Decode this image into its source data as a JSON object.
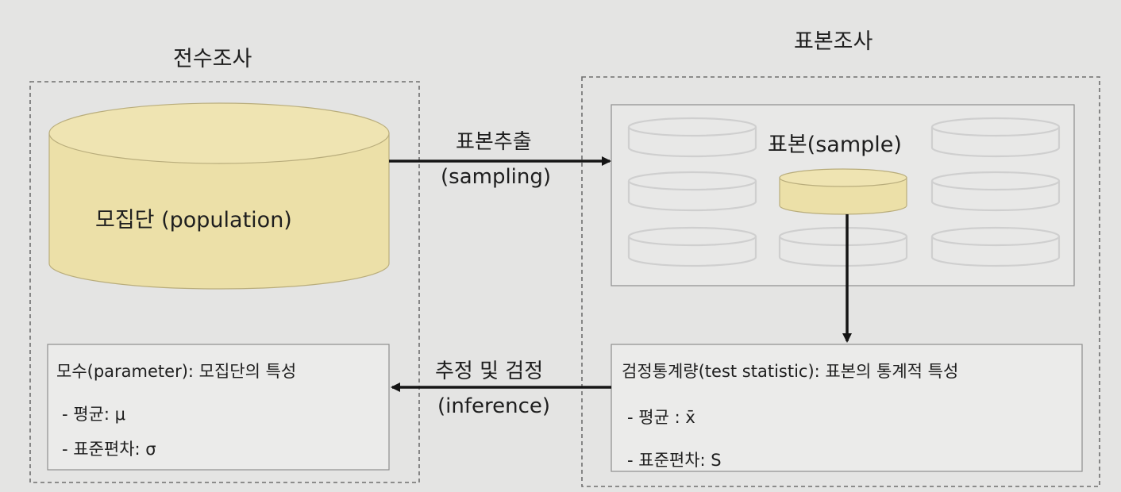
{
  "diagram": {
    "left_section": {
      "title": "전수조사",
      "population_label": "모집단 (population)",
      "parameter_box": {
        "heading": "모수(parameter): 모집단의 특성",
        "items": [
          "- 평균: μ",
          "- 표준편차: σ"
        ]
      }
    },
    "right_section": {
      "title": "표본조사",
      "sample_label": "표본(sample)",
      "statistic_box": {
        "heading": "검정통계량(test statistic): 표본의 통계적 특성",
        "items": [
          "- 평균 : x̄",
          "- 표준편차: S"
        ]
      }
    },
    "arrows": {
      "sampling": {
        "label_ko": "표본추출",
        "label_en": "(sampling)"
      },
      "inference": {
        "label_ko": "추정 및 검정",
        "label_en": "(inference)"
      }
    },
    "colors": {
      "background": "#e4e4e3",
      "cylinder_fill": "#ece0a8",
      "cylinder_stroke": "#b9ad7c",
      "dashed_border": "#6e6e6e",
      "inner_box_fill": "#ebebea",
      "inner_box_stroke": "#8e8e8e",
      "ghost_cylinder_stroke": "#cfcfcf",
      "arrow": "#151515"
    }
  }
}
